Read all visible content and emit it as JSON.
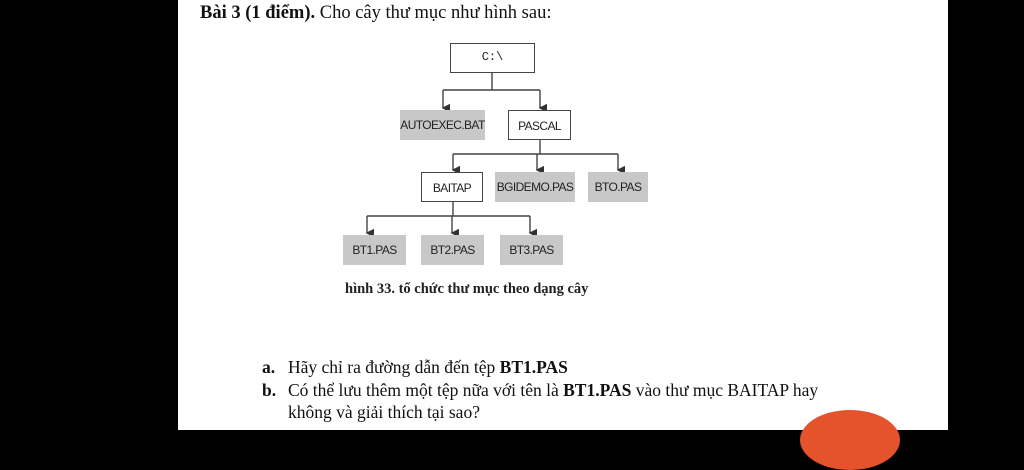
{
  "heading": {
    "bold": "Bài 3 (1 điểm).",
    "rest": " Cho cây thư mục như hình sau:"
  },
  "tree": {
    "root": "C:\\",
    "level1": [
      "AUTOEXEC.BAT",
      "PASCAL"
    ],
    "level2": [
      "BAITAP",
      "BGIDEMO.PAS",
      "BTO.PAS"
    ],
    "level3": [
      "BT1.PAS",
      "BT2.PAS",
      "BT3.PAS"
    ]
  },
  "caption": "hình 33. tổ chức thư mục theo dạng cây",
  "questions": {
    "a": {
      "label": "a.",
      "text": "Hãy chỉ ra đường dẫn đến tệp ",
      "bold": "BT1.PAS"
    },
    "b": {
      "label": "b.",
      "line1_pre": "Có thể lưu thêm một tệp nữa với tên là ",
      "line1_bold": "BT1.PAS",
      "line1_post": " vào thư mục BAITAP hay",
      "line2": "không và giải thích tại sao?"
    }
  }
}
